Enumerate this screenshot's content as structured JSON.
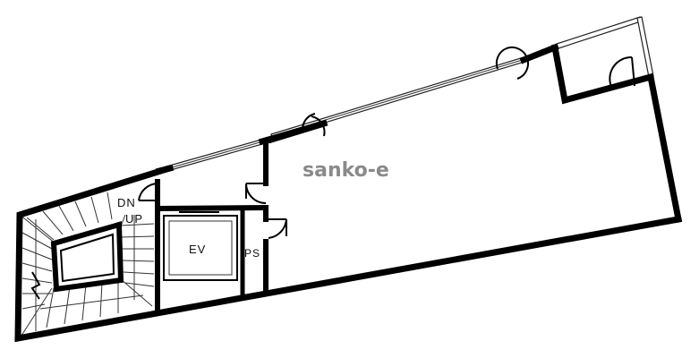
{
  "labels": {
    "dn": "DN",
    "up": "UP",
    "ev": "EV",
    "ps": "PS"
  },
  "watermark": "sanko-e"
}
